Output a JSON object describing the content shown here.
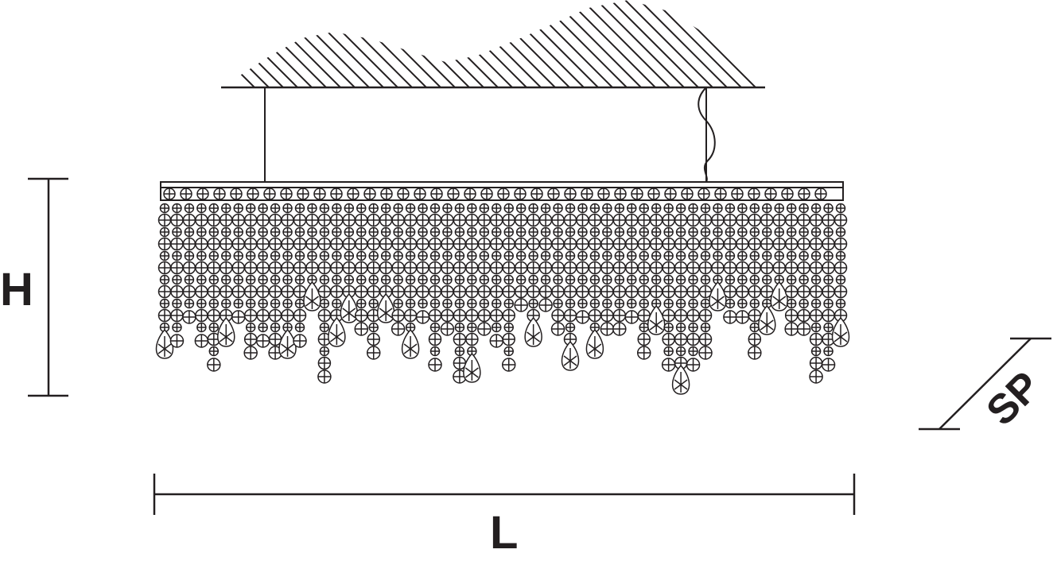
{
  "dimensions": {
    "height_label": "H",
    "length_label": "L",
    "depth_label": "SP"
  },
  "colors": {
    "line": "#231f20",
    "background": "#ffffff"
  },
  "fixture": {
    "parts": [
      "ceiling",
      "suspension-rods",
      "power-cable",
      "top-bar",
      "crystal-strands",
      "teardrop-pendants"
    ]
  }
}
